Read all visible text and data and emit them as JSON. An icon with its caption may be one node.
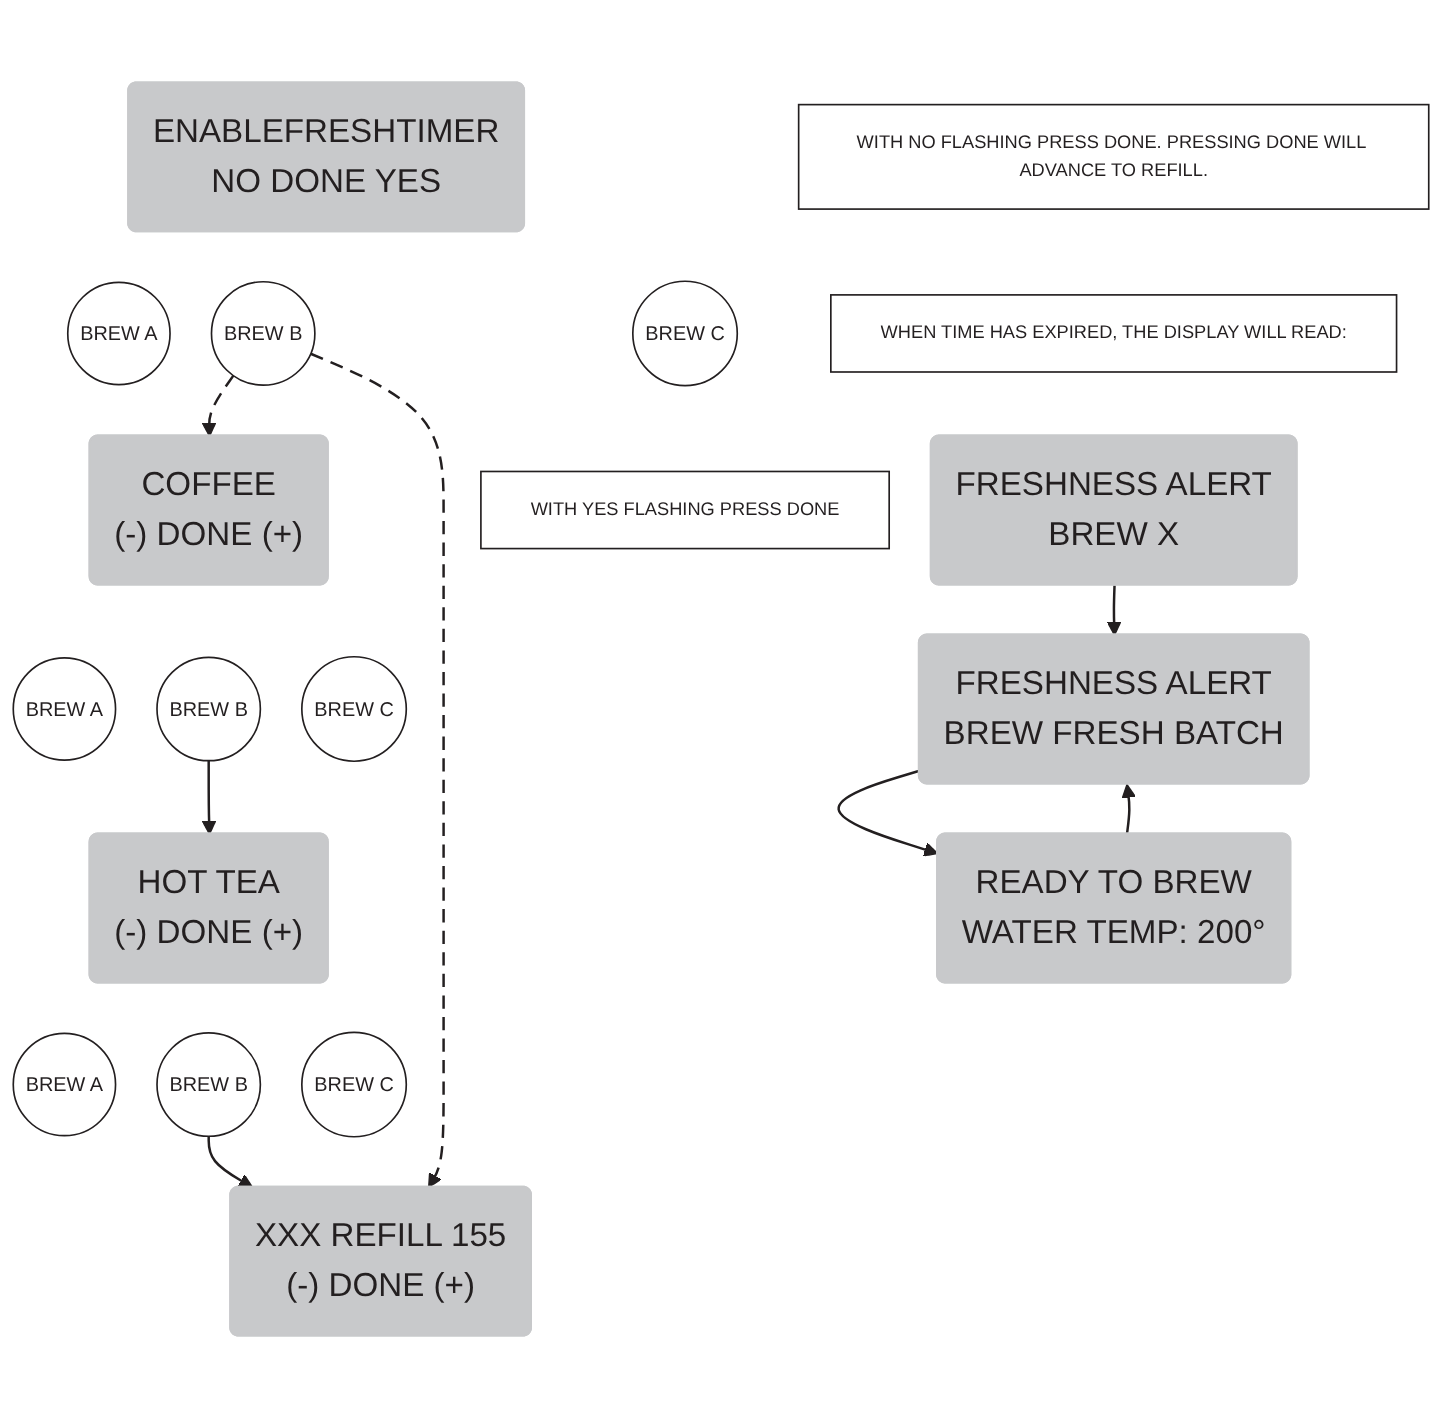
{
  "diagram": {
    "nodes": [
      {
        "text": [
          "ENABLEFRESHTIMER",
          "NO DONE YES"
        ]
      },
      {
        "text": [
          "WITH NO FLASHING PRESS DONE. PRESSING DONE WILL ADVANCE TO REFILL."
        ]
      },
      {
        "text": [
          "BREW A"
        ]
      },
      {
        "text": [
          "BREW B"
        ]
      },
      {
        "text": [
          "BREW C"
        ]
      },
      {
        "text": [
          "WITH YES FLASHING PRESS DONE"
        ]
      },
      {
        "text": [
          "WHEN TIME HAS EXPIRED, THE DISPLAY WILL READ:"
        ]
      },
      {
        "text": [
          "FRESHNESS ALERT",
          "BREW X"
        ]
      },
      {
        "text": [
          "COFFEE",
          "(-) DONE (+)"
        ]
      },
      {
        "text": [
          "BREW A"
        ]
      },
      {
        "text": [
          "BREW B"
        ]
      },
      {
        "text": [
          "BREW C"
        ]
      },
      {
        "text": [
          "FRESHNESS ALERT",
          "BREW FRESH BATCH"
        ]
      },
      {
        "text": [
          "HOT TEA",
          "(-) DONE (+)"
        ]
      },
      {
        "text": [
          "BREW A"
        ]
      },
      {
        "text": [
          "BREW B"
        ]
      },
      {
        "text": [
          "BREW C"
        ]
      },
      {
        "text": [
          "READY TO BREW",
          "WATER TEMP: 200°"
        ]
      },
      {
        "text": [
          "XXX REFILL 155",
          "(-) DONE (+)"
        ]
      }
    ],
    "edges": [
      {
        "from": 3,
        "to": 8,
        "arrow": "to",
        "style": "dashed"
      },
      {
        "from": 3,
        "to": 18,
        "arrow": "to",
        "style": "dashed"
      },
      {
        "from": 7,
        "to": 12,
        "arrow": "to"
      },
      {
        "from": 12,
        "to": 17,
        "arrow": "to"
      },
      {
        "from": 17,
        "to": 12,
        "arrow": "to"
      },
      {
        "from": 10,
        "to": 13,
        "arrow": "to"
      },
      {
        "from": 15,
        "to": 18,
        "arrow": "to"
      }
    ]
  }
}
